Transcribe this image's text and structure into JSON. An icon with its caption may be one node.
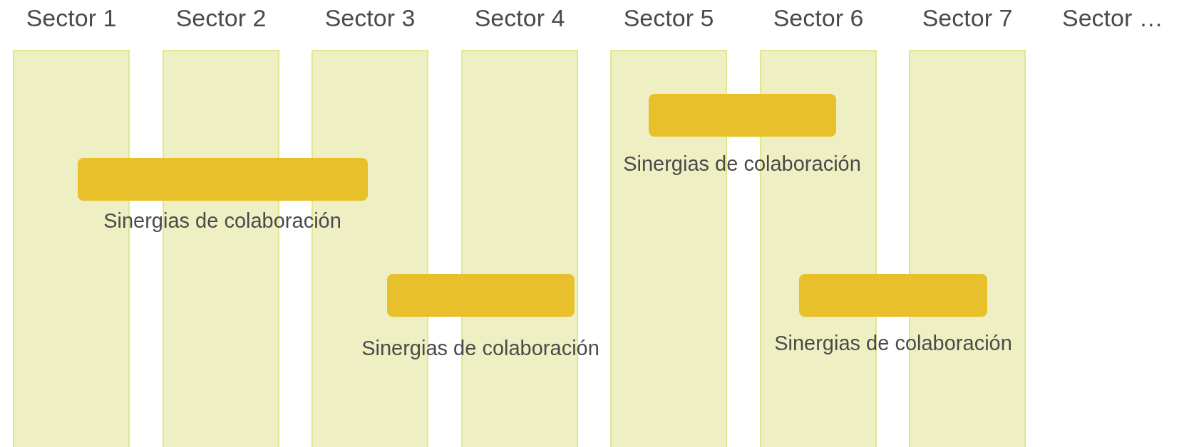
{
  "diagram": {
    "nodes": [
      {
        "text": [
          "Sector 1"
        ]
      },
      {
        "text": [
          "Sector 2"
        ]
      },
      {
        "text": [
          "Sector 3"
        ]
      },
      {
        "text": [
          "Sector 4"
        ]
      },
      {
        "text": [
          "Sector 5"
        ]
      },
      {
        "text": [
          "Sector 6"
        ]
      },
      {
        "text": [
          "Sector 7"
        ]
      },
      {
        "text": [],
        "shape": "bar"
      },
      {
        "text": [],
        "shape": "bar"
      },
      {
        "text": [],
        "shape": "bar"
      },
      {
        "text": [],
        "shape": "bar"
      }
    ],
    "labels": [
      "Sector …",
      "Sinergias de colaboración",
      "Sinergias de colaboración",
      "Sinergias de colaboración",
      "Sinergias de colaboración"
    ]
  }
}
